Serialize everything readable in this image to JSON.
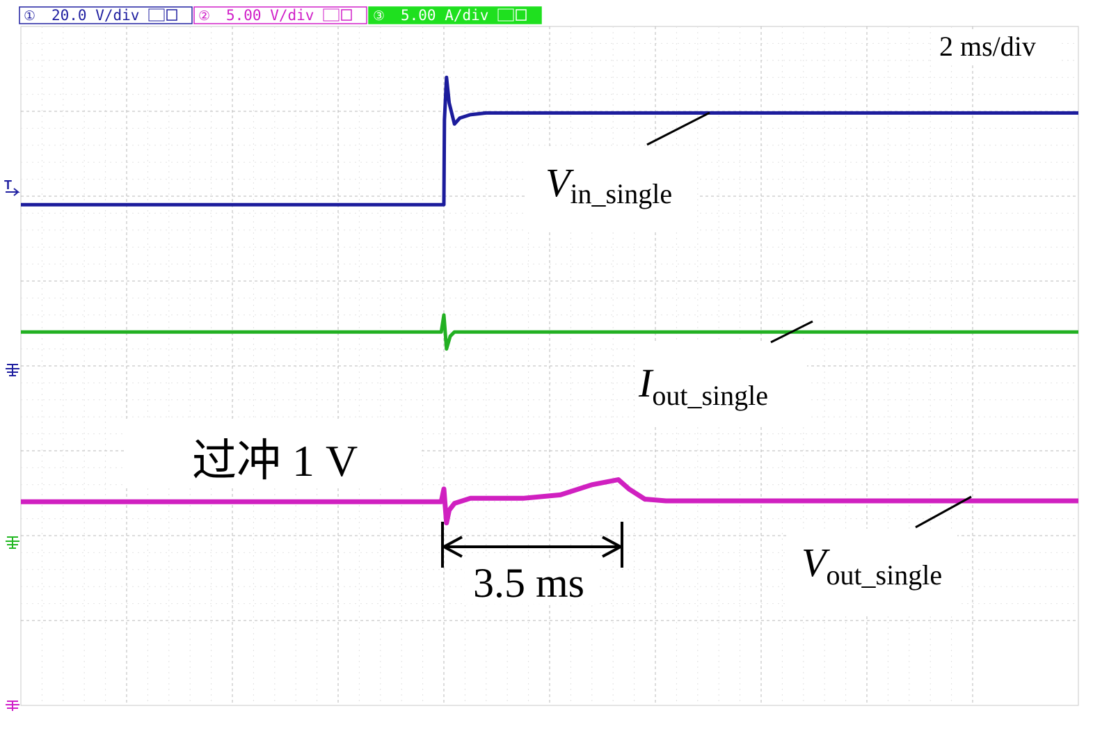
{
  "channels": [
    {
      "id": "1",
      "circle": "①",
      "scale": "20.0 V/div",
      "color": "#1f1fa0",
      "bg": "#ffffff",
      "border": "#1f1fa0",
      "text_color": "#1f1fa0"
    },
    {
      "id": "2",
      "circle": "②",
      "scale": "5.00 V/div",
      "color": "#d01fc8",
      "bg": "#ffffff",
      "border": "#d01fc8",
      "text_color": "#d01fc8"
    },
    {
      "id": "3",
      "circle": "③",
      "scale": "5.00 A/div",
      "color": "#22b822",
      "bg": "#1fe01f",
      "border": "#1fe01f",
      "text_color": "#ffffff"
    }
  ],
  "timebase": "2 ms/div",
  "trigger_marker": "T",
  "annotations": {
    "vin": {
      "main": "V",
      "sub": "in_single"
    },
    "iout": {
      "main": "I",
      "sub": "out_single"
    },
    "vout": {
      "main": "V",
      "sub": "out_single"
    },
    "overshoot": "过冲 1 V",
    "interval": "3.5 ms"
  },
  "colors": {
    "grid": "#b8b8b8",
    "trace_vin": "#1c1c9c",
    "trace_iout": "#22b022",
    "trace_vout": "#d020c0"
  },
  "chart_data": {
    "type": "line",
    "x_unit": "ms",
    "x_divisions": 10,
    "y_divisions": 8,
    "time_per_div_ms": 2,
    "xlim": [
      0,
      20
    ],
    "series": [
      {
        "name": "V",
        "subscript": "in_single",
        "color": "#1c1c9c",
        "x": [
          0,
          8.0,
          8.01,
          8.05,
          8.1,
          8.2,
          8.3,
          8.5,
          8.8,
          9.0,
          20
        ],
        "y_div": [
          5.9,
          5.9,
          6.9,
          7.4,
          7.1,
          6.85,
          6.92,
          6.96,
          6.98,
          6.98,
          6.98
        ]
      },
      {
        "name": "I",
        "subscript": "out_single",
        "color": "#22b022",
        "x": [
          0,
          7.95,
          8.0,
          8.05,
          8.12,
          8.2,
          20
        ],
        "y_div": [
          4.4,
          4.4,
          4.6,
          4.2,
          4.35,
          4.4,
          4.4
        ]
      },
      {
        "name": "V",
        "subscript": "out_single",
        "color": "#d020c0",
        "x": [
          0,
          7.95,
          8.0,
          8.05,
          8.1,
          8.2,
          8.5,
          9.5,
          10.2,
          10.8,
          11.3,
          11.5,
          11.8,
          12.2,
          20
        ],
        "y_div": [
          2.4,
          2.4,
          2.55,
          2.15,
          2.3,
          2.38,
          2.44,
          2.44,
          2.48,
          2.6,
          2.66,
          2.55,
          2.43,
          2.41,
          2.41
        ]
      }
    ],
    "annotation_interval_ms": 3.5,
    "overshoot_v": 1
  }
}
